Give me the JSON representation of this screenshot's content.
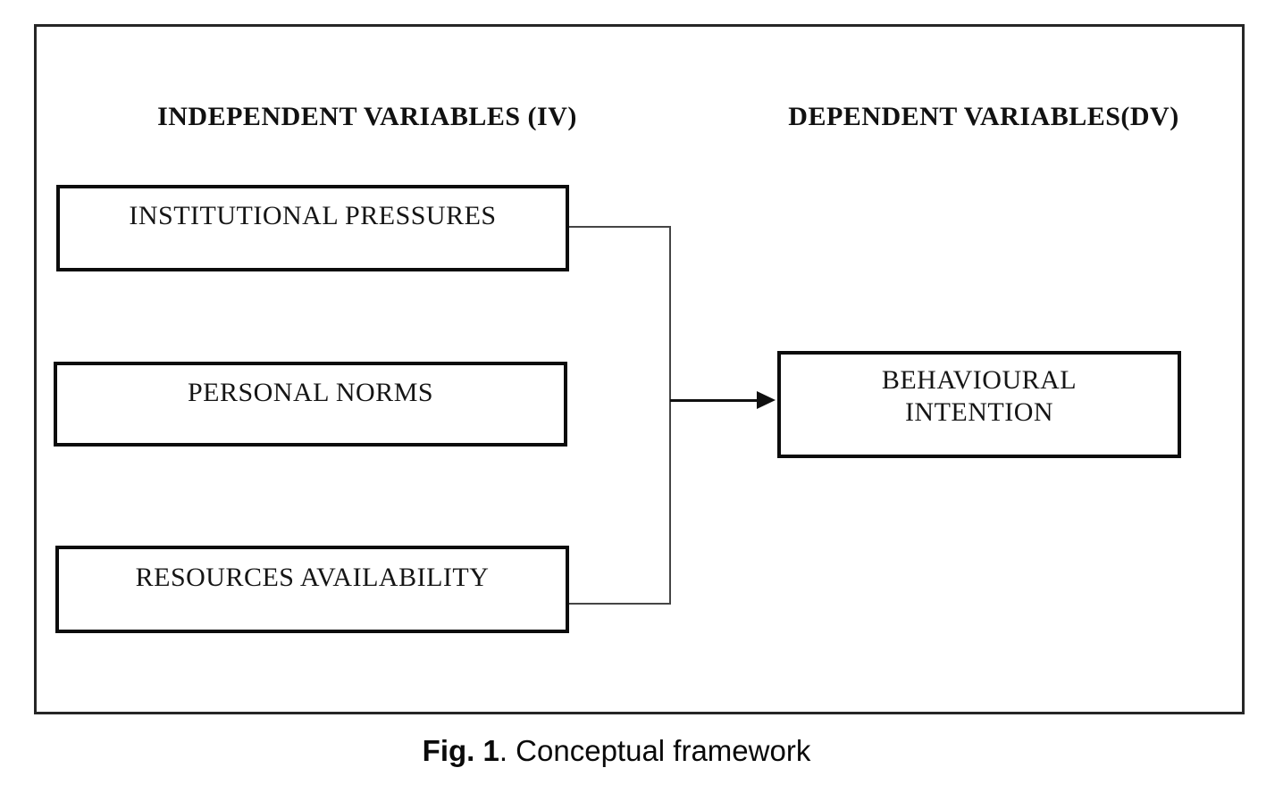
{
  "diagram": {
    "headings": {
      "left": "INDEPENDENT VARIABLES (IV)",
      "right": "DEPENDENT VARIABLES(DV)"
    },
    "iv_boxes": [
      {
        "label": "INSTITUTIONAL PRESSURES"
      },
      {
        "label": "PERSONAL NORMS"
      },
      {
        "label": "RESOURCES AVAILABILITY"
      }
    ],
    "dv_box": {
      "label": "BEHAVIOURAL INTENTION"
    },
    "colors": {
      "background": "#ffffff",
      "frame_border": "#262626",
      "node_border": "#0c0c0c",
      "connector": "#454545",
      "arrow": "#101010",
      "text": "#151515"
    }
  },
  "figure": {
    "caption_bold": "Fig. 1",
    "caption_rest": ". Conceptual framework"
  }
}
